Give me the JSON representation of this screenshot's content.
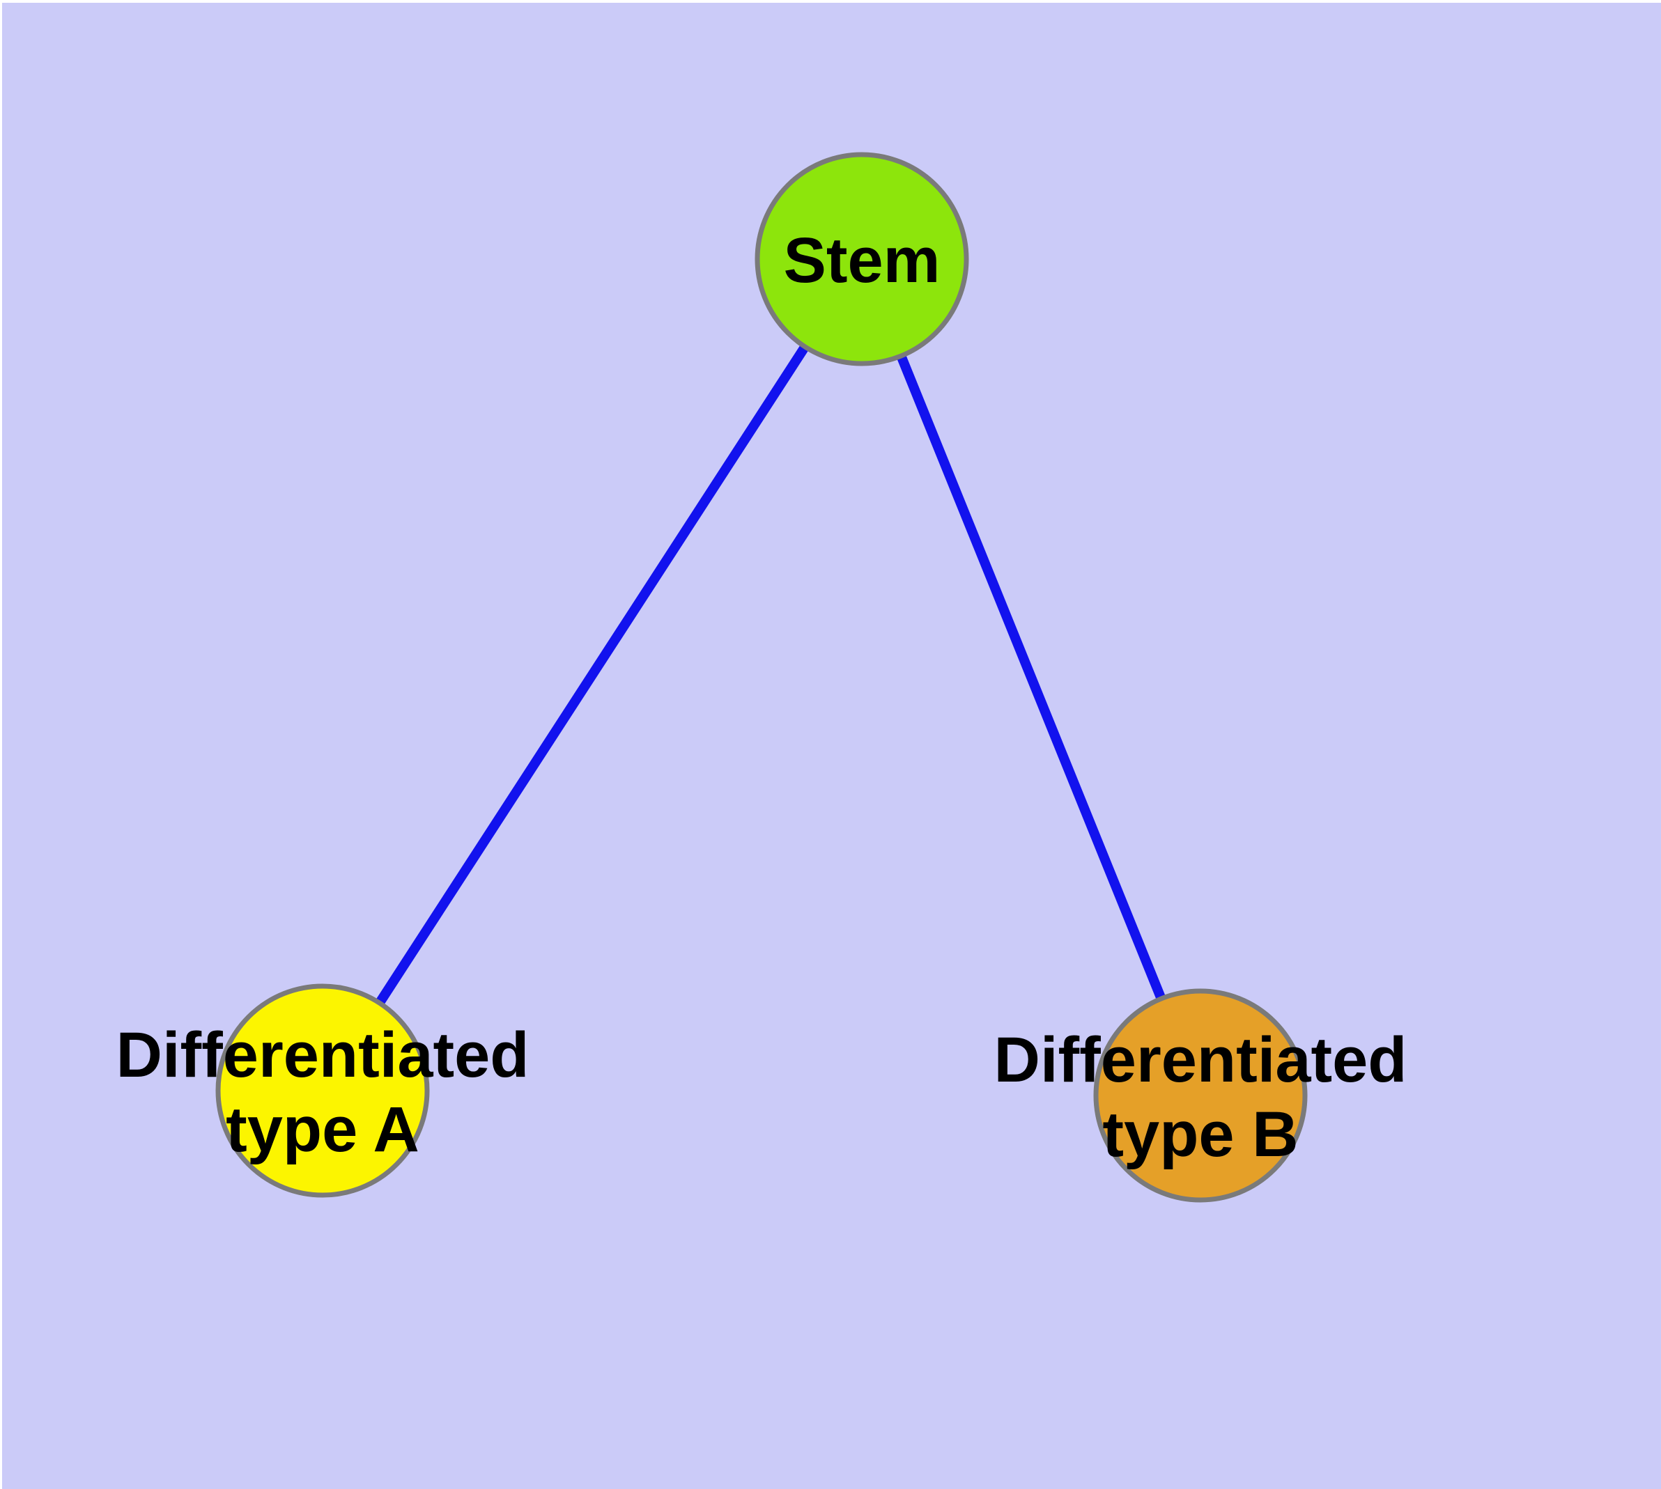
{
  "diagram": {
    "type": "graph",
    "background_color": "#CBCBF8",
    "edge_color": "#1212EE",
    "node_border_color": "#7A7A7A",
    "label_color": "#000000",
    "nodes": {
      "stem": {
        "label": "Stem",
        "color": "#8DE50C"
      },
      "type_a": {
        "label": "Differentiated type A",
        "label_line1": "Differentiated",
        "label_line2": "type A",
        "color": "#FCF500"
      },
      "type_b": {
        "label": "Differentiated type B",
        "label_line1": "Differentiated",
        "label_line2": "type B",
        "color": "#E5A028"
      }
    },
    "edges": [
      {
        "from": "Stem",
        "to": "Differentiated type A"
      },
      {
        "from": "Stem",
        "to": "Differentiated type B"
      }
    ]
  }
}
